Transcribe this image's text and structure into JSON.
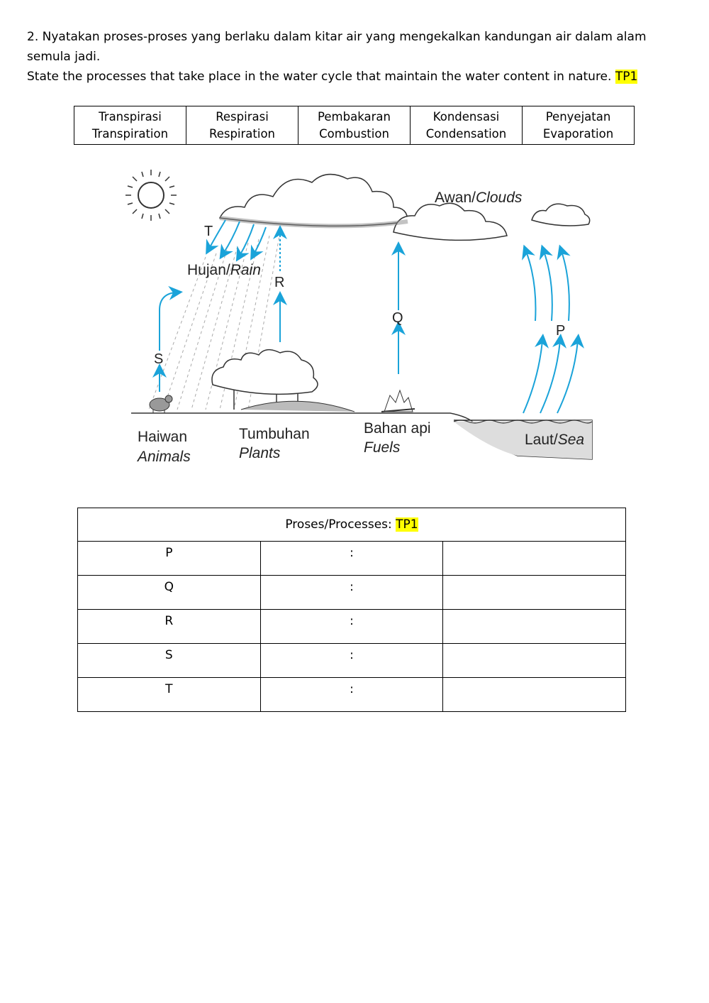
{
  "question": {
    "line1_ms": "2. Nyatakan proses-proses yang berlaku dalam kitar air yang mengekalkan kandungan air dalam alam semula jadi.",
    "line2_en": "State the processes that take place in the water cycle that maintain the water content in nature.",
    "tag": "TP1"
  },
  "options": [
    {
      "ms": "Transpirasi",
      "en": "Transpiration"
    },
    {
      "ms": "Respirasi",
      "en": "Respiration"
    },
    {
      "ms": "Pembakaran",
      "en": "Combustion"
    },
    {
      "ms": "Kondensasi",
      "en": "Condensation"
    },
    {
      "ms": "Penyejatan",
      "en": "Evaporation"
    }
  ],
  "diagram": {
    "clouds_label": "Awan/",
    "clouds_label_en": "Clouds",
    "rain_label": "Hujan/",
    "rain_label_en": "Rain",
    "animals_ms": "Haiwan",
    "animals_en": "Animals",
    "plants_ms": "Tumbuhan",
    "plants_en": "Plants",
    "fuels_ms": "Bahan api",
    "fuels_en": "Fuels",
    "sea_ms": "Laut/",
    "sea_en": "Sea",
    "letters": {
      "p": "P",
      "q": "Q",
      "r": "R",
      "s": "S",
      "t": "T"
    },
    "arrow_color": "#1aa3d9"
  },
  "answer_table": {
    "header": "Proses/Processes: ",
    "tag": "TP1",
    "rows": [
      {
        "letter": "P",
        "colon": ":"
      },
      {
        "letter": "Q",
        "colon": ":"
      },
      {
        "letter": "R",
        "colon": ":"
      },
      {
        "letter": "S",
        "colon": ":"
      },
      {
        "letter": "T",
        "colon": ":"
      }
    ]
  }
}
